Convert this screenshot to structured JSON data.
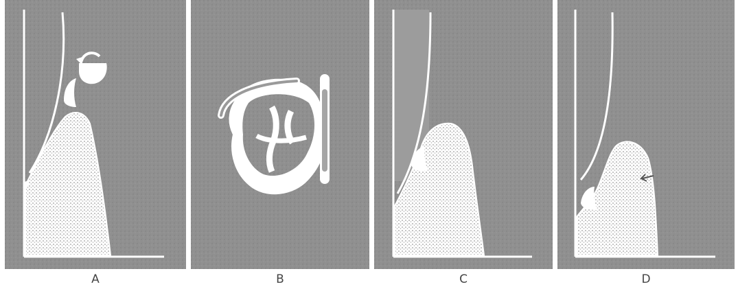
{
  "panels": [
    {
      "label": "A"
    },
    {
      "label": "B"
    },
    {
      "label": "C"
    },
    {
      "label": "D"
    }
  ],
  "colors": {
    "background": "#8e8e8e",
    "tissue": "#ffffff",
    "stipple": "#a8a8a8",
    "lines": "#ffffff"
  }
}
